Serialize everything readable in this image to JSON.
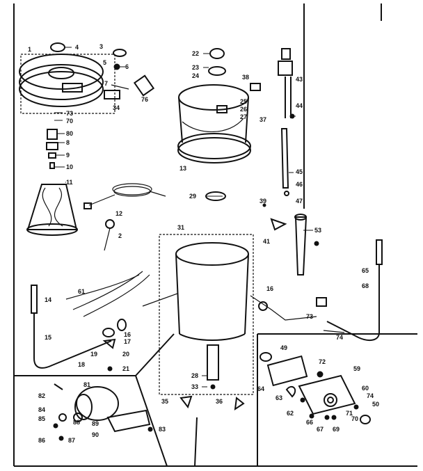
{
  "labels": {
    "l1": "1",
    "l4": "4",
    "l3": "3",
    "l5": "5",
    "l6": "6",
    "l7": "7",
    "l73": "73",
    "l70": "70",
    "l80": "80",
    "l8": "8",
    "l9": "9",
    "l10": "10",
    "l11": "11",
    "l34": "34",
    "l76": "76",
    "l12": "12",
    "l2": "2",
    "l22": "22",
    "l23": "23",
    "l24": "24",
    "l25": "25",
    "l26": "26",
    "l27": "27",
    "l13": "13",
    "l29": "29",
    "l38": "38",
    "l43": "43",
    "l44": "44",
    "l37": "37",
    "l45": "45",
    "l46": "46",
    "l39": "39",
    "l47": "47",
    "l53": "53",
    "l41": "41",
    "l31": "31",
    "l65": "65",
    "l68": "68",
    "l14": "14",
    "l61": "61",
    "l15": "15",
    "l16a": "16",
    "l16b": "16",
    "l17": "17",
    "l18": "18",
    "l19": "19",
    "l20": "20",
    "l21": "21",
    "l28": "28",
    "l33": "33",
    "l35": "35",
    "l36": "36",
    "l73b": "73",
    "l74": "74",
    "l49": "49",
    "l72": "72",
    "l59": "59",
    "l60": "60",
    "l74b": "74",
    "l50": "50",
    "l64": "64",
    "l63": "63",
    "l71": "71",
    "l70b": "70",
    "l67": "67",
    "l69": "69",
    "l66": "66",
    "l62": "62",
    "l81": "81",
    "l82": "82",
    "l84": "84",
    "l85": "85",
    "l86": "86",
    "l87": "87",
    "l88": "88",
    "l89": "89",
    "l90": "90",
    "l83": "83"
  }
}
